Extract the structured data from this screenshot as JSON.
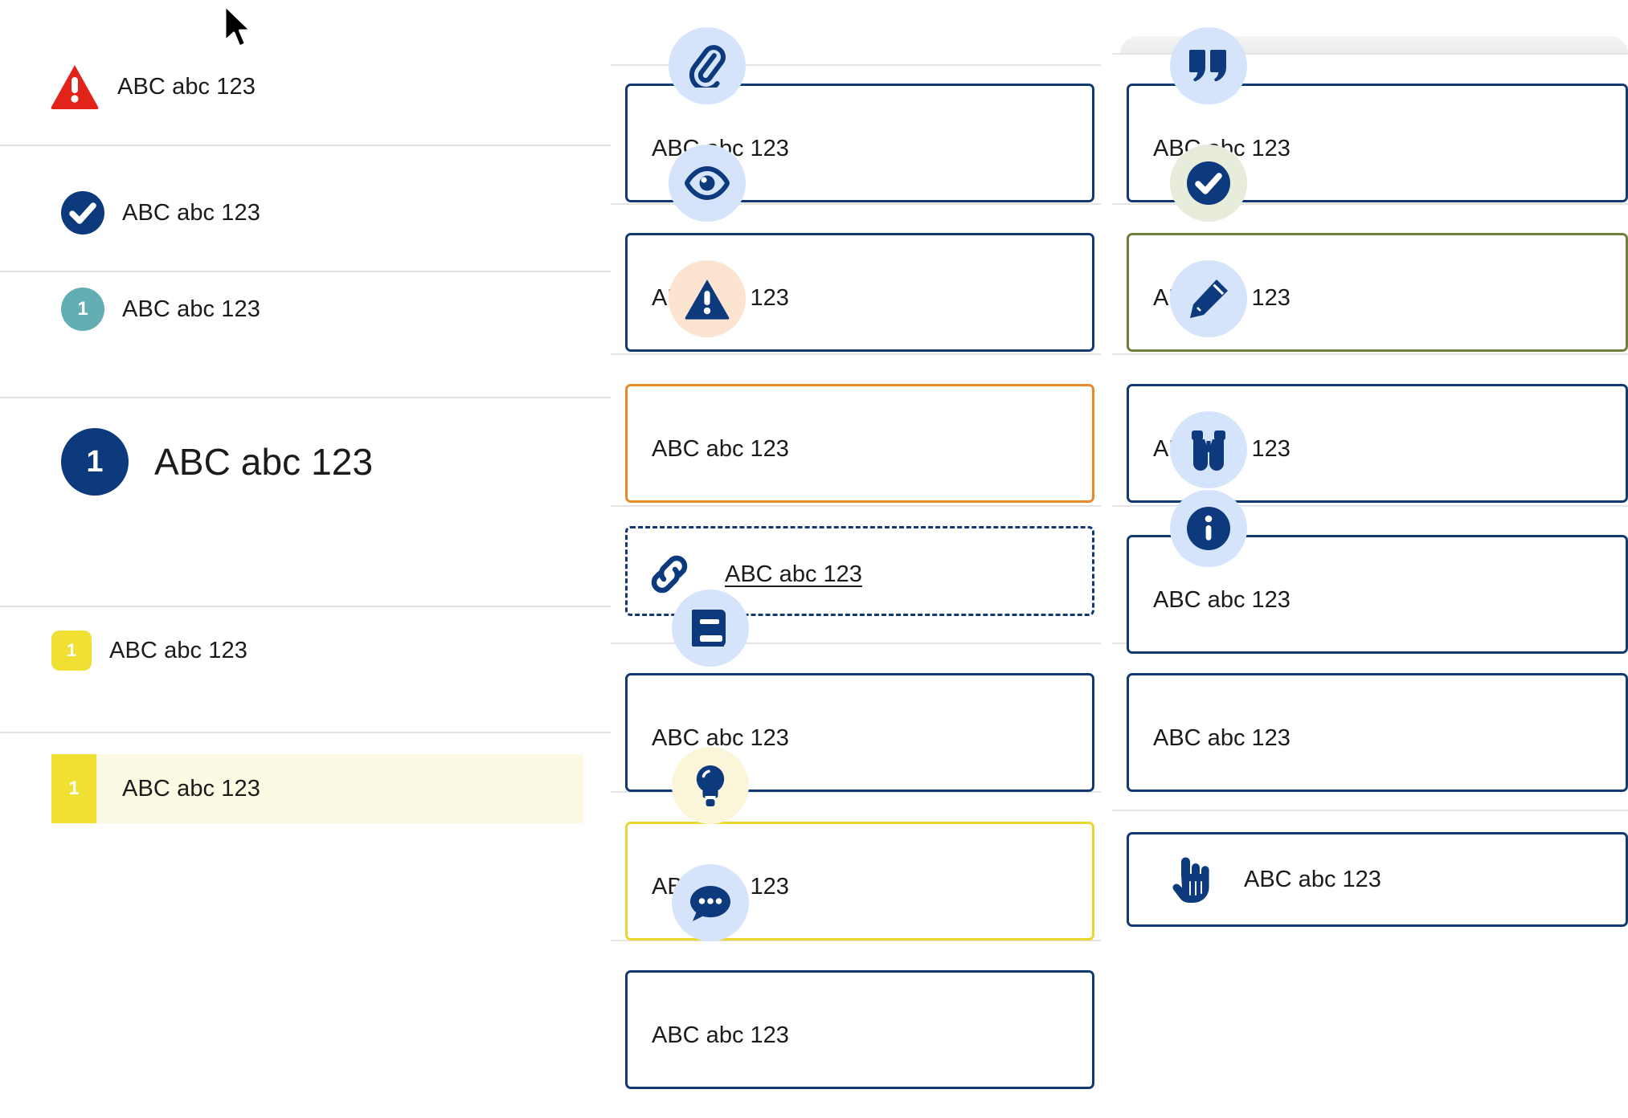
{
  "sample_text": "ABC abc 123",
  "colors": {
    "navy": "#0c3a7d",
    "card_border_navy": "#123a72",
    "alert_red": "#e2231a",
    "teal": "#62aeb2",
    "yellow": "#efe033",
    "highlight_bg": "#fcfae2",
    "orange": "#e88a2c",
    "olive": "#6f7f3c",
    "icon_blue_bg": "#d6e4fb",
    "icon_peach_bg": "#fce4d0",
    "icon_green_bg": "#e7ecdb",
    "icon_cream_bg": "#fbf5da",
    "divider": "#e2e2e2"
  },
  "left_column": {
    "rows": [
      {
        "icon": "alert-triangle-icon",
        "badge_number": "",
        "label": "ABC abc 123"
      },
      {
        "icon": "check-circle-icon",
        "badge_number": "",
        "label": "ABC abc 123"
      },
      {
        "icon": "number-badge-teal",
        "badge_number": "1",
        "label": "ABC abc 123"
      },
      {
        "icon": "number-badge-navy-large",
        "badge_number": "1",
        "label": "ABC abc 123"
      },
      {
        "icon": "number-badge-yellow",
        "badge_number": "1",
        "label": "ABC abc 123"
      },
      {
        "icon": "number-badge-yellow-flat",
        "badge_number": "1",
        "label": "ABC abc 123",
        "highlighted": true
      }
    ]
  },
  "middle_column": {
    "cards": [
      {
        "icon": "paperclip-icon",
        "label": "ABC abc 123",
        "border": "navy",
        "icon_bg": "blue"
      },
      {
        "icon": "eye-icon",
        "label": "ABC abc 123",
        "border": "navy",
        "icon_bg": "blue"
      },
      {
        "icon": "warning-triangle-icon",
        "label": "ABC abc 123",
        "border": "orange",
        "icon_bg": "peach"
      },
      {
        "icon": "link-chain-icon",
        "label": "ABC abc 123",
        "border": "dashed-navy",
        "icon_bg": "none",
        "link": true
      },
      {
        "icon": "book-icon",
        "label": "ABC abc 123",
        "border": "navy",
        "icon_bg": "blue"
      },
      {
        "icon": "lightbulb-icon",
        "label": "ABC abc 123",
        "border": "yellow",
        "icon_bg": "cream"
      },
      {
        "icon": "comment-bubble-icon",
        "label": "ABC abc 123",
        "border": "navy",
        "icon_bg": "blue"
      }
    ]
  },
  "right_column": {
    "cards": [
      {
        "icon": "quote-icon",
        "label": "ABC abc 123",
        "border": "navy",
        "icon_bg": "blue"
      },
      {
        "icon": "check-circle-icon",
        "label": "ABC abc 123",
        "border": "olive",
        "icon_bg": "green"
      },
      {
        "icon": "pencil-icon",
        "label": "ABC abc 123",
        "border": "navy",
        "icon_bg": "blue"
      },
      {
        "icon": "binoculars-icon",
        "label": "ABC abc 123",
        "border": "navy",
        "icon_bg": "blue"
      },
      {
        "icon": "info-circle-icon",
        "label": "ABC abc 123",
        "border": "navy",
        "icon_bg": "blue"
      },
      {
        "icon": "pointing-hand-icon",
        "label": "ABC abc 123",
        "border": "navy",
        "icon_bg": "none",
        "inline": true
      }
    ]
  },
  "cursor": {
    "icon": "mouse-pointer-icon"
  }
}
